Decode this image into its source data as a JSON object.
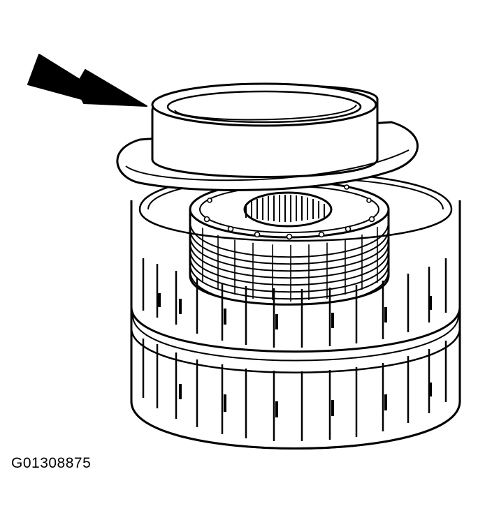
{
  "figure": {
    "id_label": "G01308875",
    "ink_color": "#000000",
    "paper_color": "#ffffff",
    "arrow_icon": "pointer-arrow-icon",
    "parts": [
      "seal-cap",
      "clutch-pack",
      "clutch-housing"
    ]
  }
}
